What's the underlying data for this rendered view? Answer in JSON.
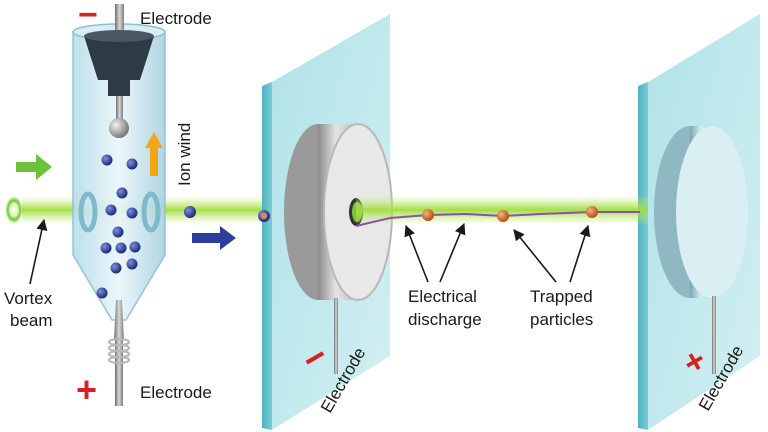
{
  "labels": {
    "electrode_top": "Electrode",
    "electrode_bottom": "Electrode",
    "electrode_plate1": "Electrode",
    "electrode_plate2": "Electrode",
    "ion_wind": "Ion wind",
    "vortex_line1": "Vortex",
    "vortex_line2": "beam",
    "discharge_line1": "Electrical",
    "discharge_line2": "discharge",
    "trapped_line1": "Trapped",
    "trapped_line2": "particles"
  },
  "signs": {
    "top_minus": "−",
    "bottom_plus": "+",
    "plate1_minus": "−",
    "plate2_plus": "+"
  },
  "colors": {
    "beam": "#9fdc3c",
    "plate": "#7fd0d8",
    "sign_red": "#d32222",
    "arrow_green": "#6cc238",
    "arrow_blue": "#2c3e99",
    "arrow_orange": "#f2a516",
    "particle_blue": "#2b3a8c",
    "particle_orange": "#d2702a",
    "discharge_purple": "#8a4fb0"
  }
}
